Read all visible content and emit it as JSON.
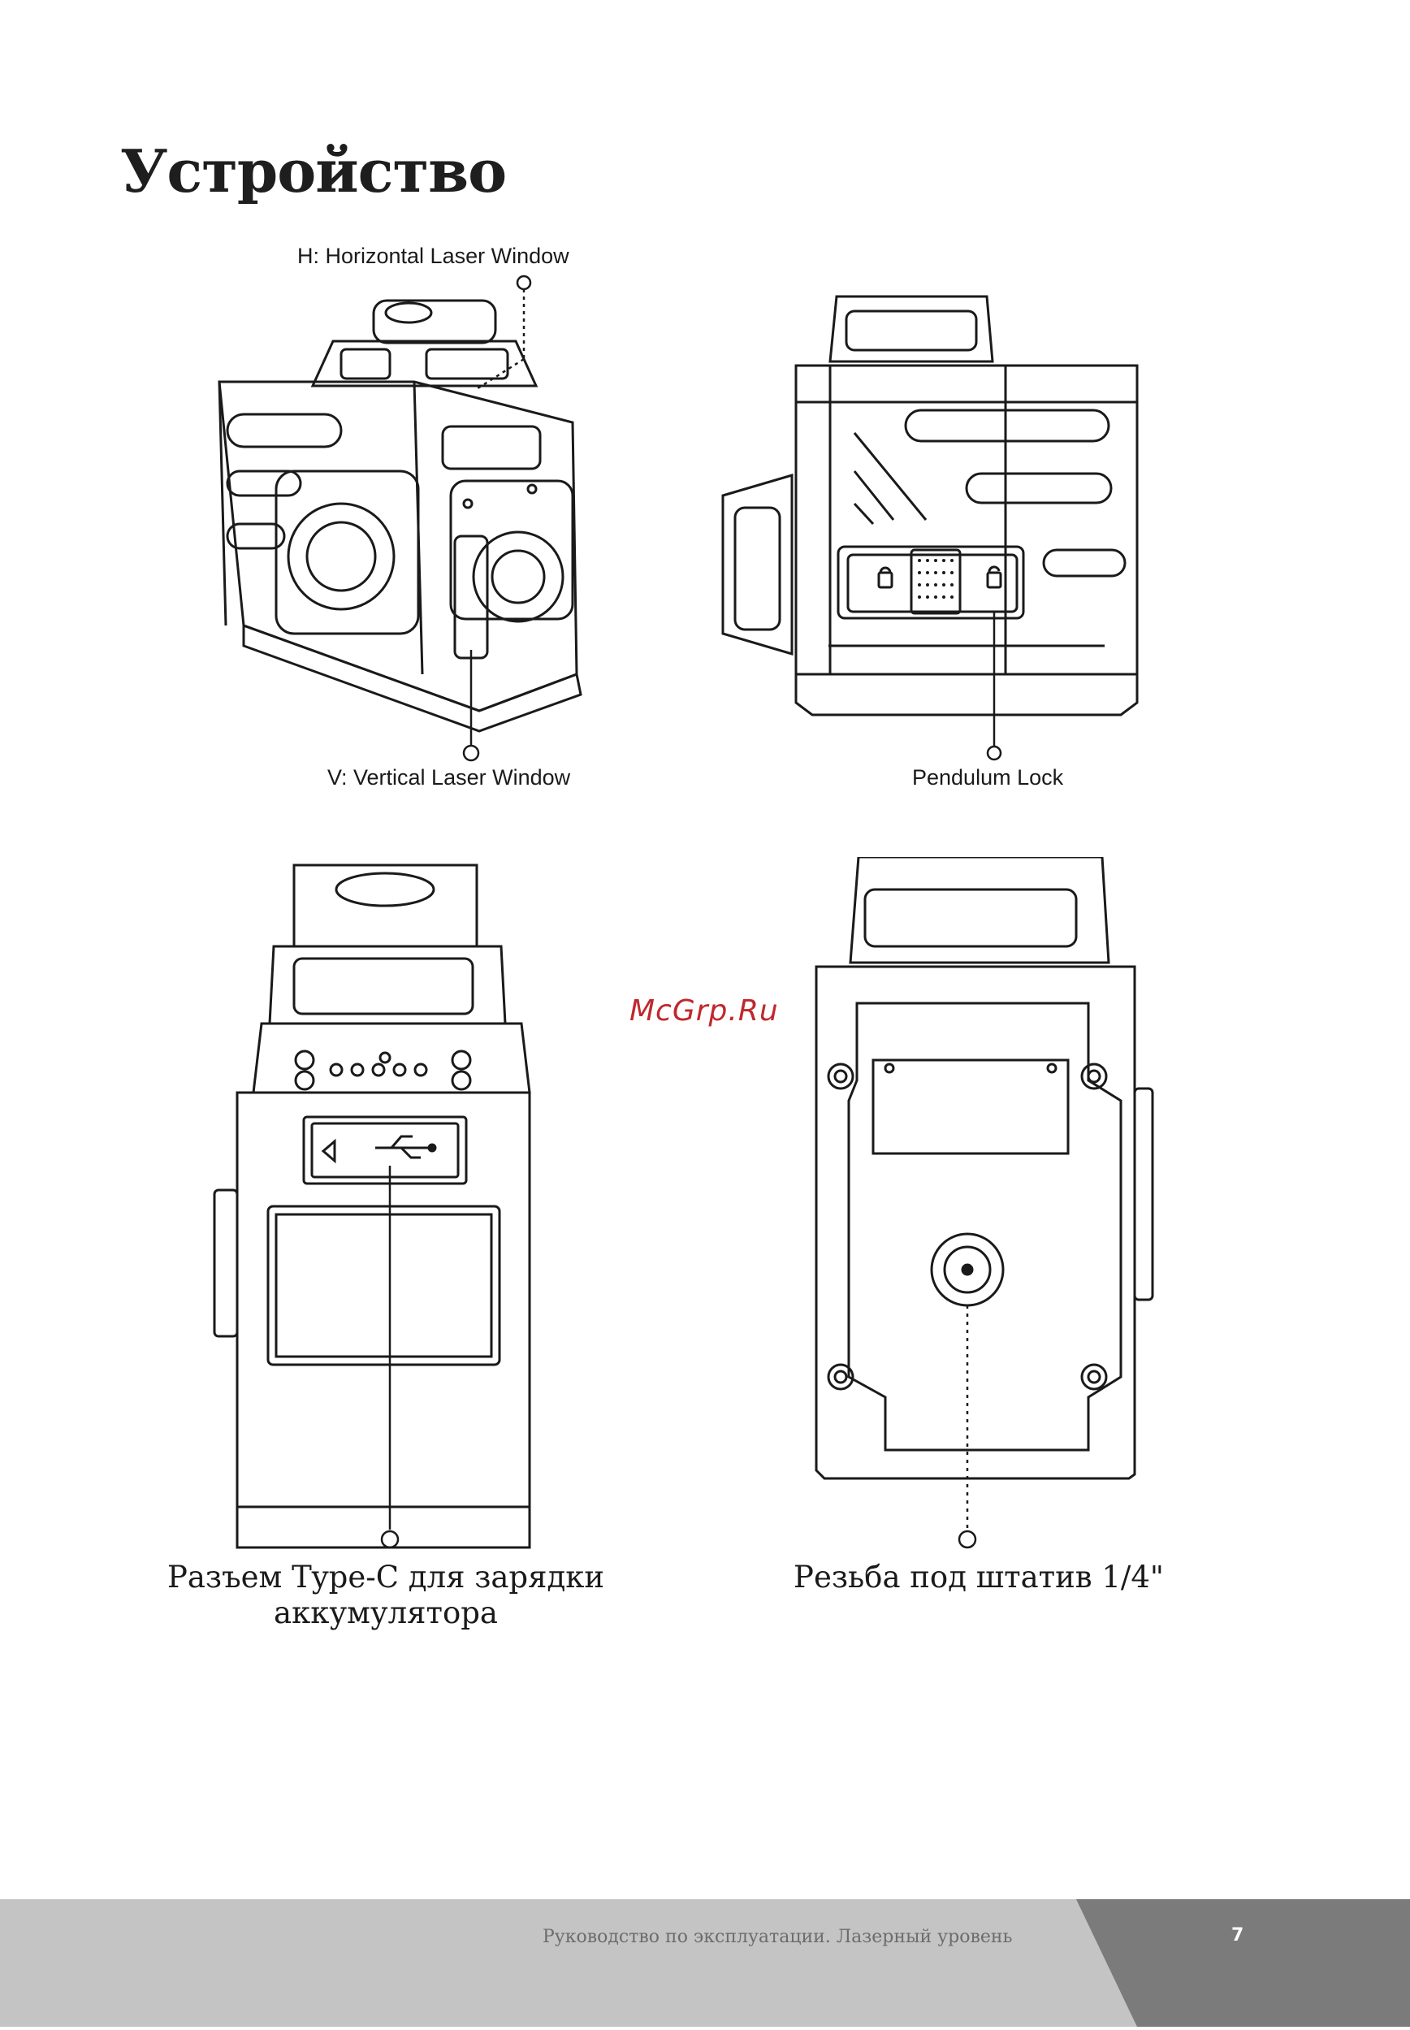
{
  "page": {
    "title": "Устройство",
    "watermark": "McGrp.Ru"
  },
  "figures": {
    "iso_view": {
      "top_callout": "H: Horizontal Laser Window",
      "bottom_callout": "V: Vertical Laser Window"
    },
    "side_view": {
      "callout": "Pendulum Lock"
    },
    "front_view": {
      "label_line1": "Разъем Type-C для зарядки",
      "label_line2": "аккумулятора"
    },
    "bottom_view": {
      "label": "Резьба под штатив 1/4\""
    }
  },
  "footer": {
    "text": "Руководство по эксплуатации. Лазерный уровень",
    "page_number": "7"
  }
}
